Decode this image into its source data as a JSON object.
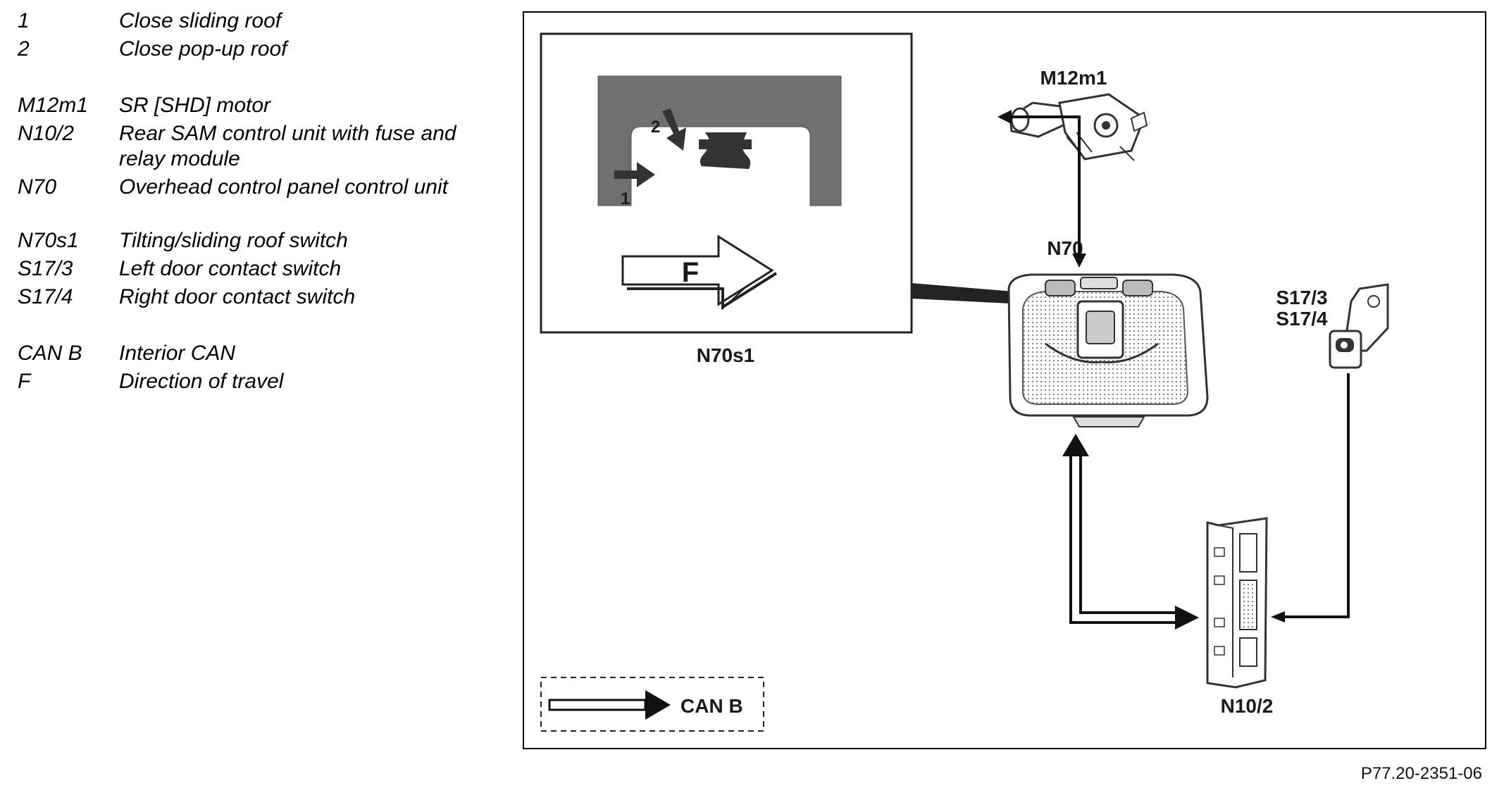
{
  "legend": {
    "items": [
      {
        "code": "1",
        "text": "Close sliding roof"
      },
      {
        "code": "2",
        "text": "Close pop-up roof"
      },
      {
        "code": "M12m1",
        "text": "SR [SHD] motor"
      },
      {
        "code": "N10/2",
        "text": "Rear SAM control unit with fuse and relay module"
      },
      {
        "code": "N70",
        "text": "Overhead control panel control unit"
      },
      {
        "code": "N70s1",
        "text": "Tilting/sliding roof switch"
      },
      {
        "code": "S17/3",
        "text": "Left door contact switch"
      },
      {
        "code": "S17/4",
        "text": "Right door contact switch"
      },
      {
        "code": "CAN B",
        "text": "Interior CAN"
      },
      {
        "code": "F",
        "text": "Direction of travel"
      }
    ]
  },
  "diagram": {
    "inset_label": "N70s1",
    "inset_arrow_1": "1",
    "inset_arrow_2": "2",
    "inset_direction": "F",
    "motor_label": "M12m1",
    "panel_label": "N70",
    "door_switch_label_left": "S17/3",
    "door_switch_label_right": "S17/4",
    "sam_label": "N10/2",
    "can_legend_label": "CAN B"
  },
  "figure_ref": "P77.20-2351-06"
}
